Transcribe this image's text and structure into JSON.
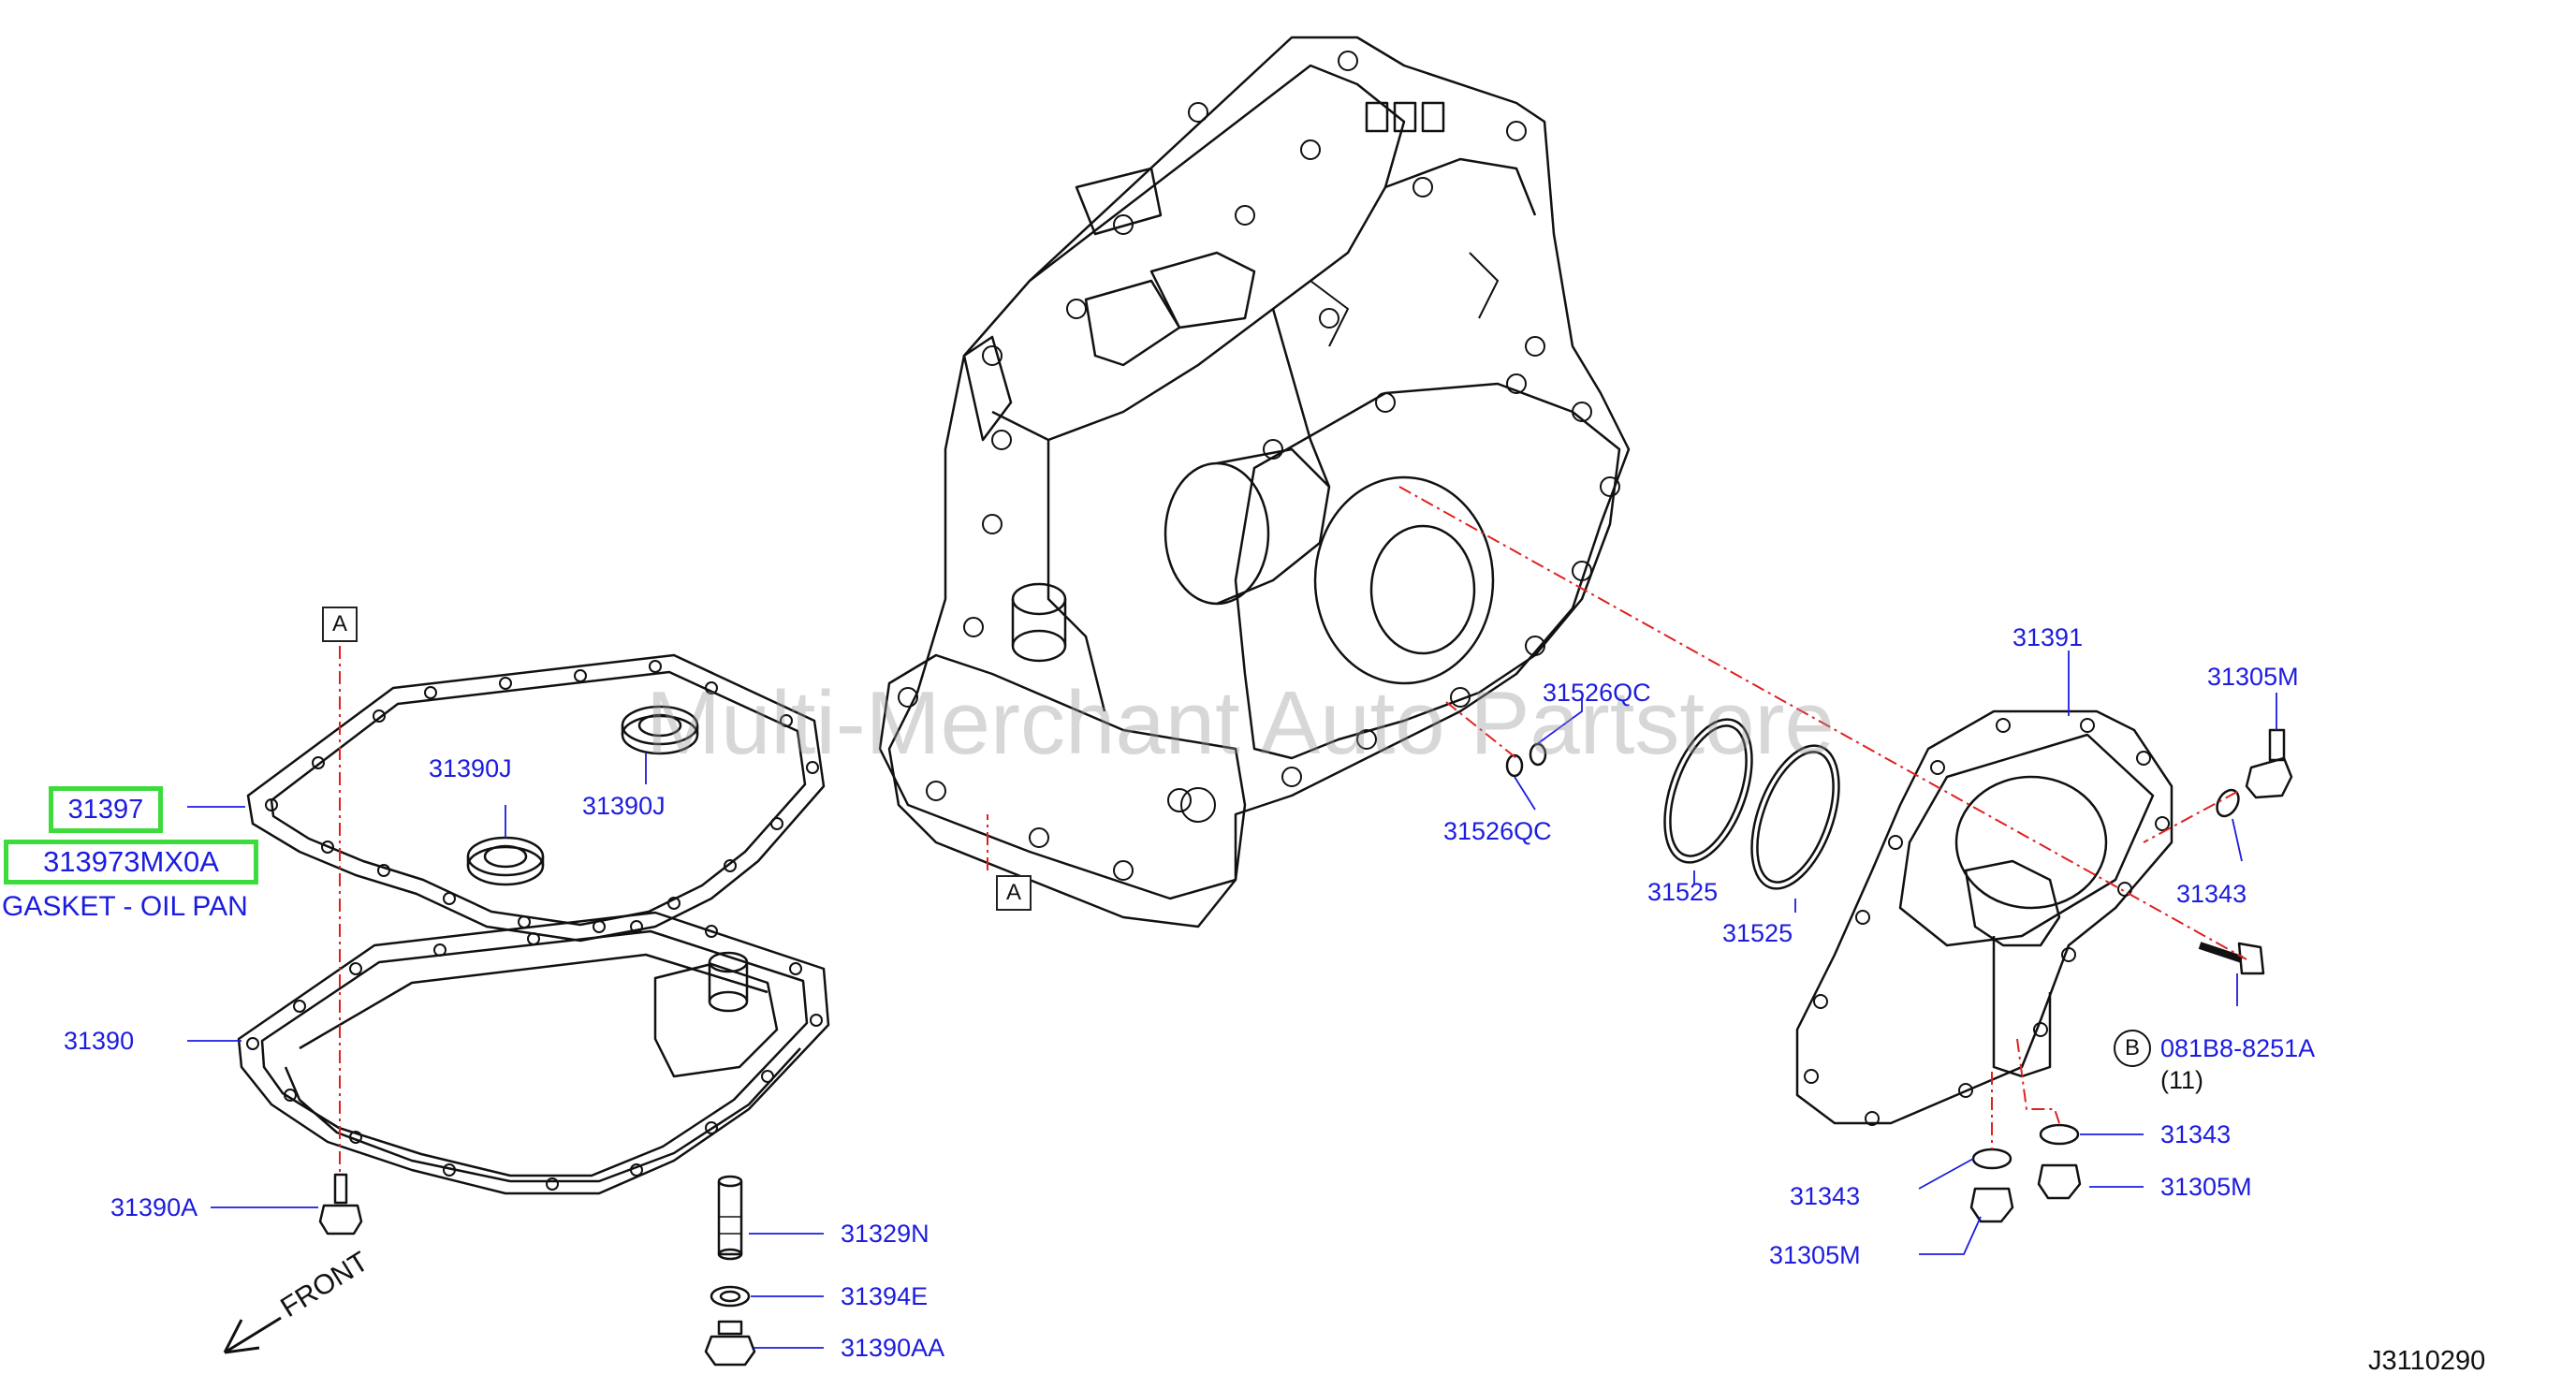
{
  "watermark": "Multi-Merchant Auto Partstore",
  "diagram_code": "J3110290",
  "front_label": "FRONT",
  "view_marker": "A",
  "ref_marker": "B",
  "highlight": {
    "part_number": "31397",
    "full_part_number": "313973MX0A",
    "description": "GASKET - OIL PAN"
  },
  "labels": {
    "p31390J_a": "31390J",
    "p31390J_b": "31390J",
    "p31390": "31390",
    "p31390A": "31390A",
    "p31329N": "31329N",
    "p31394E": "31394E",
    "p31390AA": "31390AA",
    "p31526QC_a": "31526QC",
    "p31526QC_b": "31526QC",
    "p31525_a": "31525",
    "p31525_b": "31525",
    "p31391": "31391",
    "p31305M_a": "31305M",
    "p31343_a": "31343",
    "p081B8": "081B8-8251A",
    "p081B8_qty": "(11)",
    "p31343_b": "31343",
    "p31343_c": "31343",
    "p31305M_b": "31305M",
    "p31305M_c": "31305M"
  }
}
